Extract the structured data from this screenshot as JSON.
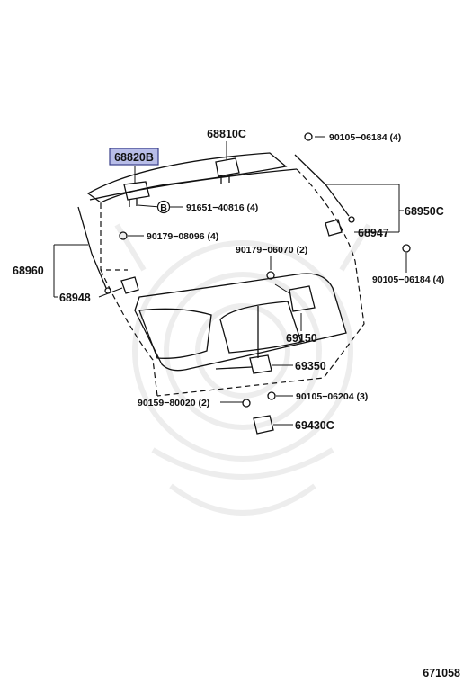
{
  "diagram": {
    "highlight_color": "#b8bde8",
    "highlight_border": "#3a3f8a",
    "labels": {
      "p68820B": "68820B",
      "p68810C": "68810C",
      "p90105_06184_top": "90105−06184 (4)",
      "p91651_40816": "91651−40816 (4)",
      "b_marker": "B",
      "p68950C": "68950C",
      "p90179_08096": "90179−08096 (4)",
      "p68947": "68947",
      "p90179_06070": "90179−06070 (2)",
      "p90105_06184_right": "90105−06184 (4)",
      "p68960": "68960",
      "p68948": "68948",
      "p69150": "69150",
      "p69350": "69350",
      "p90159_80020": "90159−80020 (2)",
      "p90105_06204": "90105−06204 (3)",
      "p69430C": "69430C",
      "figure_number": "671058"
    }
  }
}
